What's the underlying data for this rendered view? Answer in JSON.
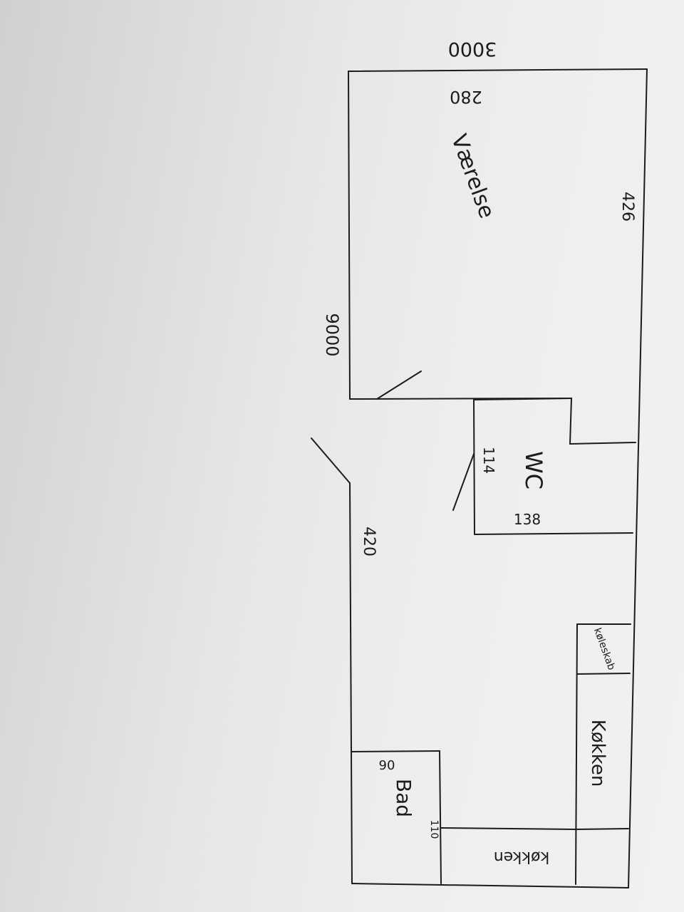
{
  "labels": {
    "top_dimension": "3000",
    "room_depth": "280",
    "room_name": "Værelse",
    "side_426": "426",
    "left_dimension": "9000",
    "wc_name": "WC",
    "wc_114": "114",
    "wc_138": "138",
    "hall_420": "420",
    "kitchen_fridge": "køleskab",
    "kitchen": "Køkken",
    "bath": "Bad",
    "bath_90": "90",
    "bath_110": "110",
    "kitchen_bottom": "køkken"
  },
  "colors": {
    "ink": "#1c1c1c",
    "paper": "#eeeeee"
  }
}
